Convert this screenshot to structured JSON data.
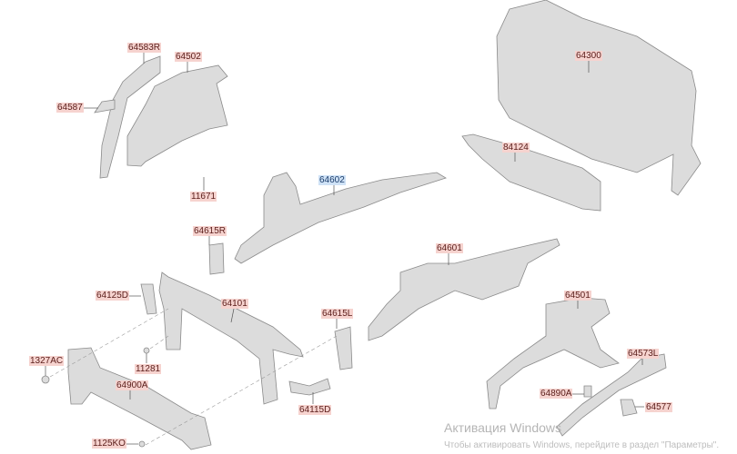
{
  "parts": {
    "p64583R": "64583R",
    "p64502": "64502",
    "p64587": "64587",
    "p11671": "11671",
    "p64602": "64602",
    "p64615R": "64615R",
    "p64300": "64300",
    "p84124": "84124",
    "p64601": "64601",
    "p64125D": "64125D",
    "p64101": "64101",
    "p64615L": "64615L",
    "p1327AC": "1327AC",
    "p11281": "11281",
    "p64900A": "64900A",
    "p64115D": "64115D",
    "p1125KO": "1125KO",
    "p64501": "64501",
    "p64573L": "64573L",
    "p64890A": "64890A",
    "p64577": "64577"
  },
  "selected_part": "64602",
  "colors": {
    "label_bg": "#f6d3cf",
    "selected_bg": "#cfe2f6",
    "part_fill": "#d9d9d9",
    "part_stroke": "#8a8a8a"
  },
  "watermark": {
    "title": "Активация Windows",
    "subtitle": "Чтобы активировать Windows, перейдите в раздел \"Параметры\"."
  }
}
